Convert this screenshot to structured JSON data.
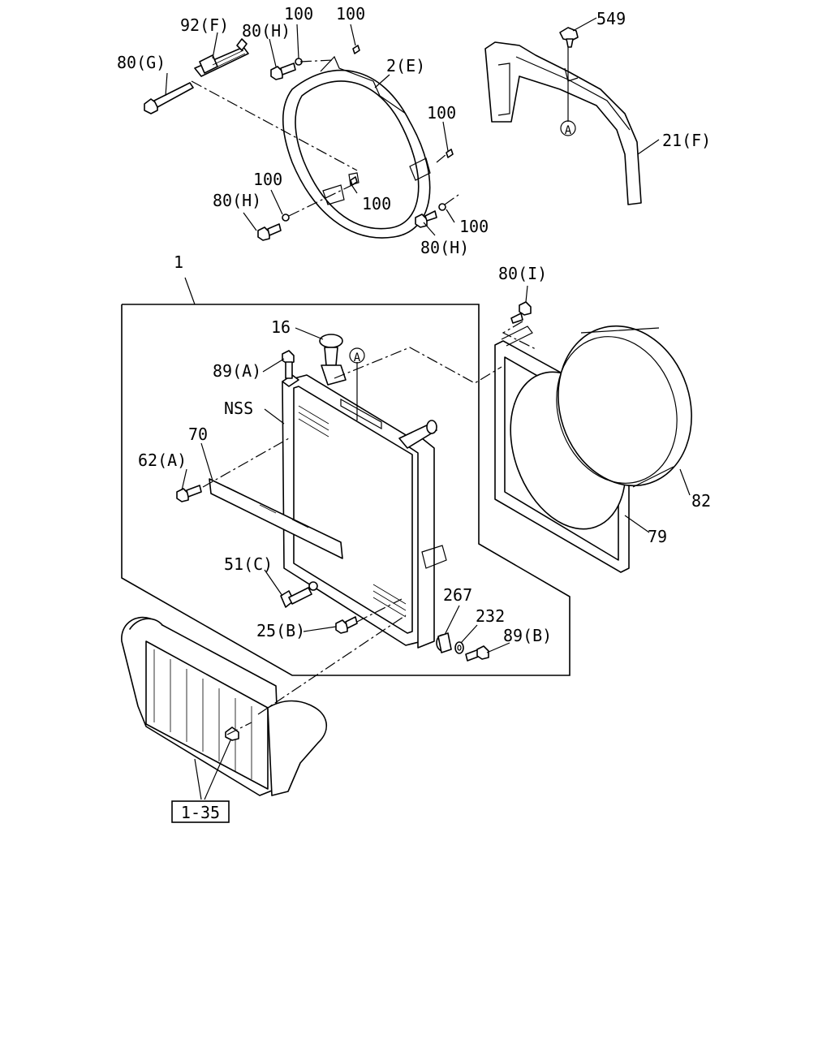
{
  "labels": {
    "p549": "549",
    "p92F": "92(F)",
    "p80H_a": "80(H)",
    "p100_a": "100",
    "p100_b": "100",
    "p80G": "80(G)",
    "p2E": "2(E)",
    "p100_c": "100",
    "p21F": "21(F)",
    "p100_d": "100",
    "p80H_b": "80(H)",
    "p100_e": "100",
    "p100_f": "100",
    "p80H_c": "80(H)",
    "p1": "1",
    "p80I": "80(I)",
    "p16": "16",
    "p89A": "89(A)",
    "pNSS": "NSS",
    "p70": "70",
    "p62A": "62(A)",
    "p82": "82",
    "p79": "79",
    "p51C": "51(C)",
    "p267": "267",
    "p232": "232",
    "p25B": "25(B)",
    "p89B": "89(B)",
    "ref135": "1-35",
    "refA_top": "A",
    "refA_mid": "A"
  }
}
